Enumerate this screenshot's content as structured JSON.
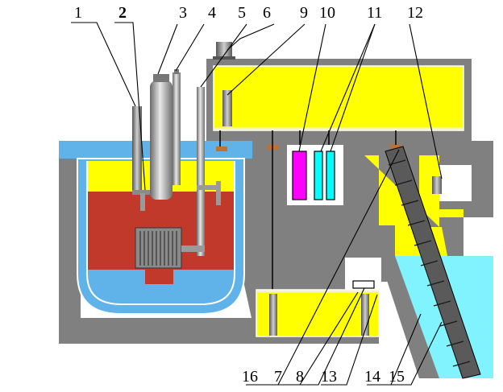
{
  "labels_top": [
    "1",
    "2",
    "3",
    "4",
    "5",
    "6",
    "9",
    "10",
    "11",
    "12"
  ],
  "labels_bottom": [
    "16",
    "7",
    "8",
    "13",
    "14",
    "15"
  ],
  "colors": {
    "concrete": "#808080",
    "pool_water": "#5fb3e8",
    "transfer_water": "#80f3ff",
    "sodium_yellow": "#ffff00",
    "reactor_core_red": "#c0392b",
    "steel": "#a9a9a9",
    "magenta": "#ff00ff",
    "cyan": "#00ffff",
    "ivory": "#f2f2cc"
  }
}
